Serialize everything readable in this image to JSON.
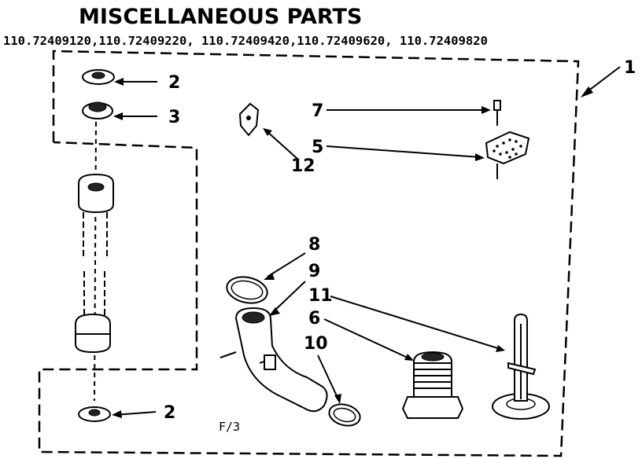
{
  "title": "MISCELLANEOUS PARTS",
  "model_numbers": "110.72409120,110.72409220, 110.72409420,110.72409620, 110.72409820",
  "callouts": {
    "c1": "1",
    "c2_top": "2",
    "c3": "3",
    "c7": "7",
    "c5": "5",
    "c12": "12",
    "c8": "8",
    "c9": "9",
    "c11": "11",
    "c6": "6",
    "c10": "10",
    "c2_bottom": "2"
  },
  "figure_code": "F/3"
}
